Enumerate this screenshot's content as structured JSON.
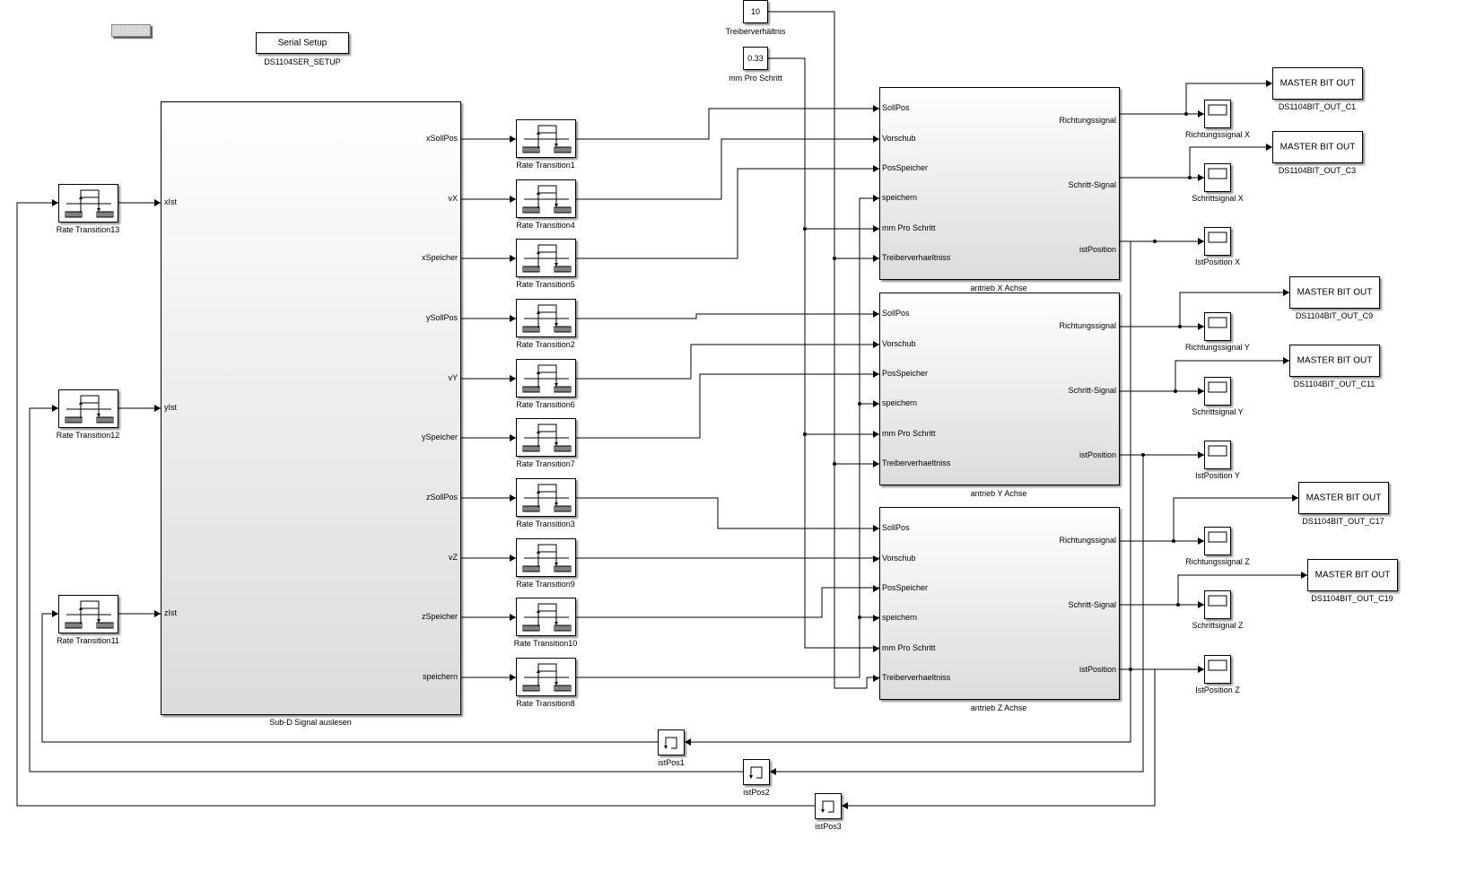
{
  "model": {
    "rti_data_label": "RTI Data",
    "serial_setup": {
      "text": "Serial Setup",
      "name": "DS1104SER_SETUP"
    },
    "constants": [
      {
        "value": "10",
        "name": "Treiberverhältnis"
      },
      {
        "value": "0.33",
        "name": "mm Pro Schritt"
      }
    ],
    "sub_d": {
      "name": "Sub-D Signal auslesen",
      "inputs": [
        "xIst",
        "yIst",
        "zIst"
      ],
      "outputs": [
        "xSollPos",
        "vX",
        "xSpeicher",
        "ySollPos",
        "vY",
        "ySpeicher",
        "zSollPos",
        "vZ",
        "zSpeicher",
        "speichern"
      ]
    },
    "rate_transitions_out": [
      "Rate Transition1",
      "Rate Transition4",
      "Rate Transition5",
      "Rate Transition2",
      "Rate Transition6",
      "Rate Transition7",
      "Rate Transition3",
      "Rate Transition9",
      "Rate Transition10",
      "Rate Transition8"
    ],
    "rate_transitions_in": [
      "Rate Transition13",
      "Rate Transition12",
      "Rate Transition11"
    ],
    "axes": [
      {
        "name": "antrieb X Achse",
        "inputs": [
          "SollPos",
          "Vorschub",
          "PosSpeicher",
          "speichern",
          "mm Pro Schritt",
          "Treiberverhaeltniss"
        ],
        "outputs": [
          "Richtungssignal",
          "Schritt-Signal",
          "istPosition"
        ]
      },
      {
        "name": "antrieb Y Achse",
        "inputs": [
          "SollPos",
          "Vorschub",
          "PosSpeicher",
          "speichern",
          "mm Pro Schritt",
          "Treiberverhaeltniss"
        ],
        "outputs": [
          "Richtungssignal",
          "Schritt-Signal",
          "istPosition"
        ]
      },
      {
        "name": "antrieb Z Achse",
        "inputs": [
          "SollPos",
          "Vorschub",
          "PosSpeicher",
          "speichern",
          "mm Pro Schritt",
          "Treiberverhaeltniss"
        ],
        "outputs": [
          "Richtungssignal",
          "Schritt-Signal",
          "istPosition"
        ]
      }
    ],
    "scopes": [
      "Richtungssignal X",
      "Schrittsignal X",
      "IstPosition X",
      "Richtungssignal Y",
      "Schrittsignal Y",
      "IstPosition Y",
      "Richtungssignal Z",
      "Schrittsignal Z",
      "IstPosition Z"
    ],
    "bit_outs": [
      {
        "text": "MASTER BIT OUT",
        "name": "DS1104BIT_OUT_C1"
      },
      {
        "text": "MASTER BIT OUT",
        "name": "DS1104BIT_OUT_C3"
      },
      {
        "text": "MASTER BIT OUT",
        "name": "DS1104BIT_OUT_C9"
      },
      {
        "text": "MASTER BIT OUT",
        "name": "DS1104BIT_OUT_C11"
      },
      {
        "text": "MASTER BIT OUT",
        "name": "DS1104BIT_OUT_C17"
      },
      {
        "text": "MASTER BIT OUT",
        "name": "DS1104BIT_OUT_C19"
      }
    ],
    "delays": [
      "istPos1",
      "istPos2",
      "istPos3"
    ]
  }
}
